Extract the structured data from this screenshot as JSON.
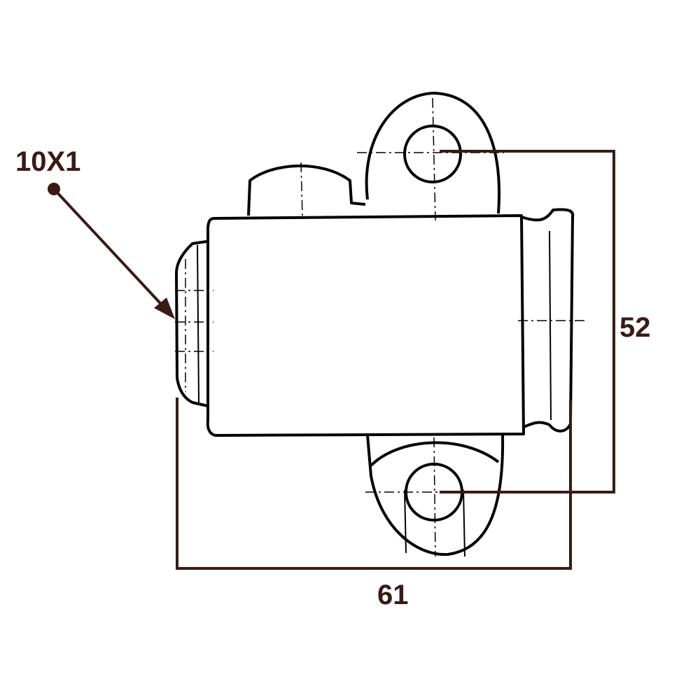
{
  "labels": {
    "thread": "10X1",
    "height": "52",
    "width": "61"
  },
  "colors": {
    "annotation": "#3b1a14",
    "drawing": "#000000"
  }
}
